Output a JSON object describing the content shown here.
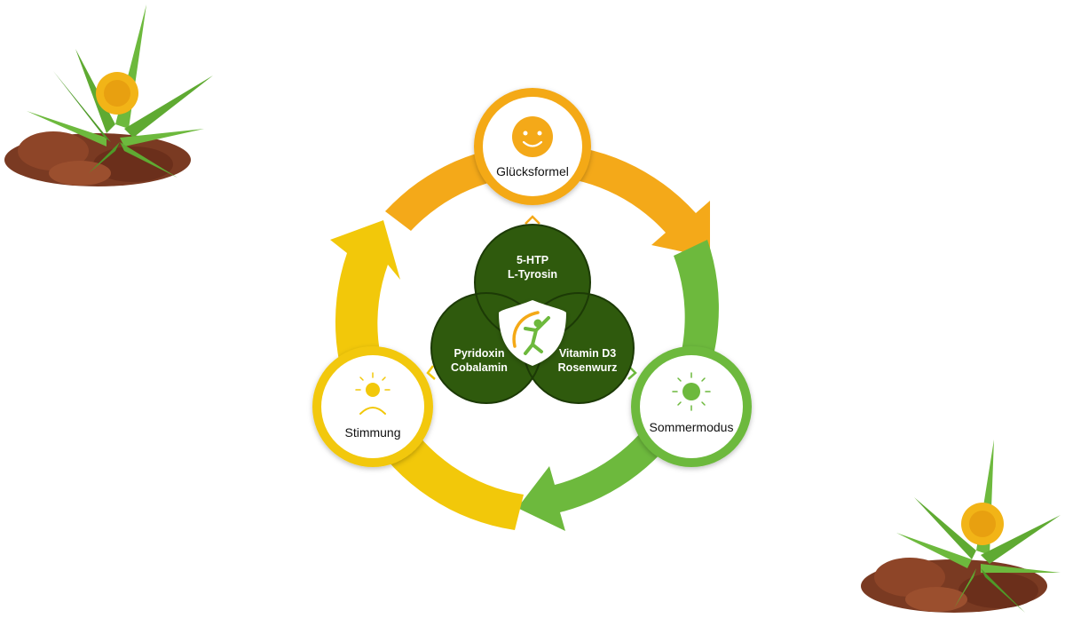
{
  "colors": {
    "orange": "#F4A919",
    "orange_light": "#F7B928",
    "yellow": "#F2C80A",
    "green": "#6DB93D",
    "dark_green": "#2F5A0D",
    "overlap_green": "#1C3A06",
    "text_dark": "#111111",
    "text_light": "#FFFFFF"
  },
  "nodes": {
    "top": {
      "label": "Glücksformel",
      "icon": "smiley-face-icon"
    },
    "right": {
      "label": "Sommermodus",
      "icon": "sun-icon"
    },
    "left": {
      "label": "Stimmung",
      "icon": "sad-sun-icon"
    }
  },
  "venn": {
    "top": {
      "line1": "5-HTP",
      "line2": "L-Tyrosin"
    },
    "left": {
      "line1": "Pyridoxin",
      "line2": "Cobalamin"
    },
    "right": {
      "line1": "Vitamin D3",
      "line2": "Rosenwurz"
    },
    "center_logo": "shield-person-logo"
  },
  "decorations": [
    "rhodiola-plant-image-top-left",
    "rhodiola-plant-image-bottom-right"
  ]
}
